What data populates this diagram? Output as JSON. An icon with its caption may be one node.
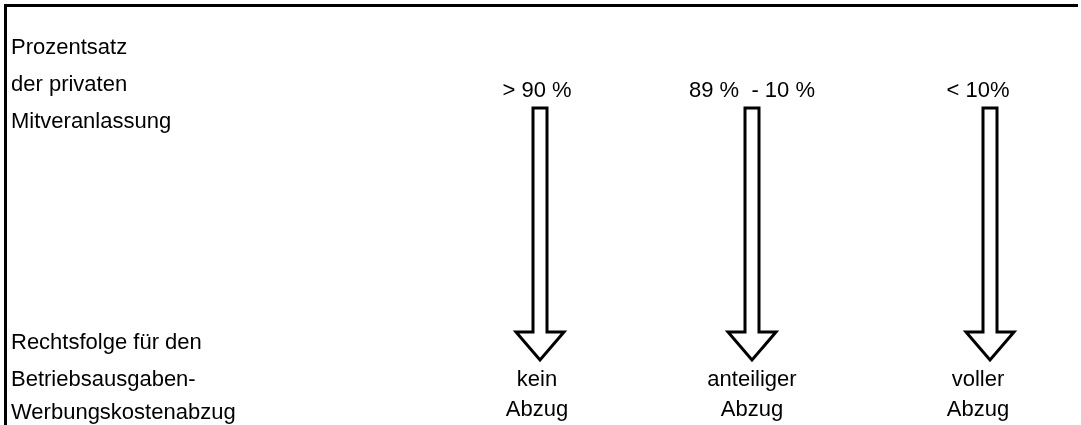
{
  "diagram": {
    "nodes": [
      {
        "text": [
          "> 90 %"
        ]
      },
      {
        "text": [
          "89 %  - 10 %"
        ]
      },
      {
        "text": [
          "< 10%"
        ]
      },
      {
        "text": [
          "kein Abzug"
        ]
      },
      {
        "text": [
          "anteiliger Abzug"
        ]
      },
      {
        "text": [
          "voller Abzug"
        ]
      }
    ],
    "edges": [
      {
        "from": 0,
        "to": 3,
        "arrow": "to"
      },
      {
        "from": 1,
        "to": 4,
        "arrow": "to"
      },
      {
        "from": 2,
        "to": 5,
        "arrow": "to"
      }
    ],
    "labels": [
      "Prozentsatz",
      "der privaten",
      "Mitveranlassung",
      "Rechtsfolge für den",
      "Betriebsausgaben-",
      "Werbungskostenabzug"
    ]
  }
}
